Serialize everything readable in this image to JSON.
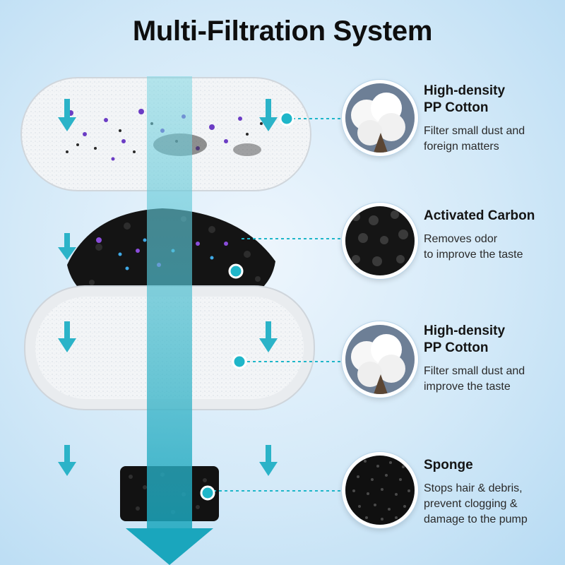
{
  "title": "Multi-Filtration System",
  "colors": {
    "accent": "#1fb6c9",
    "arrow": "#2bb3c8",
    "background": "#d3e9f8"
  },
  "layers": [
    {
      "name_line1": "High-density",
      "name_line2": "PP Cotton",
      "desc_line1": "Filter small dust and",
      "desc_line2": "foreign matters",
      "icon": "cotton-icon"
    },
    {
      "name_line1": "Activated Carbon",
      "desc_line1": "Removes odor",
      "desc_line2": "to improve the taste",
      "icon": "carbon-icon"
    },
    {
      "name_line1": "High-density",
      "name_line2": "PP Cotton",
      "desc_line1": "Filter small dust and",
      "desc_line2": "improve the taste",
      "icon": "cotton-icon"
    },
    {
      "name_line1": "Sponge",
      "desc_line1": "Stops hair & debris,",
      "desc_line2": "prevent clogging &",
      "desc_line3": "damage to the pump",
      "icon": "sponge-icon"
    }
  ]
}
